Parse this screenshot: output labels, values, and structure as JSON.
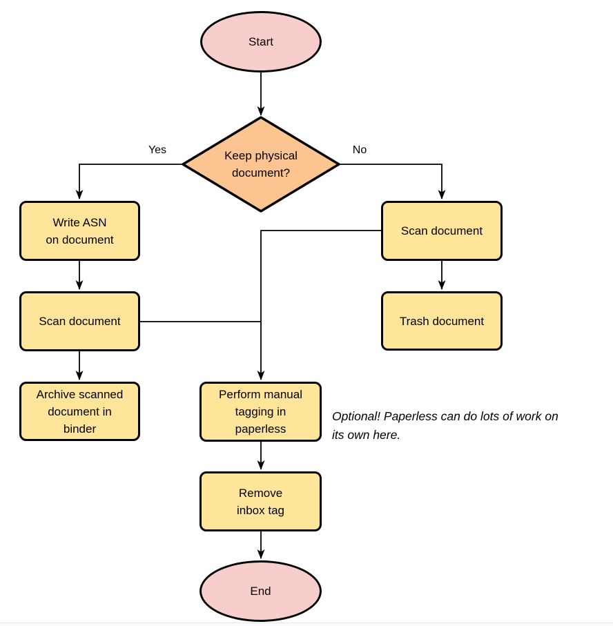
{
  "diagram": {
    "kind": "flowchart",
    "nodes": {
      "start": {
        "shape": "ellipse",
        "label": "Start"
      },
      "decision": {
        "shape": "diamond",
        "label": [
          "Keep physical",
          "document?"
        ]
      },
      "write_asn": {
        "shape": "process",
        "label": [
          "Write ASN",
          "on document"
        ]
      },
      "scan_left": {
        "shape": "process",
        "label": "Scan document"
      },
      "archive": {
        "shape": "process",
        "label": [
          "Archive scanned",
          "document in",
          "binder"
        ]
      },
      "scan_right": {
        "shape": "process",
        "label": "Scan document"
      },
      "trash": {
        "shape": "process",
        "label": "Trash document"
      },
      "tagging": {
        "shape": "process",
        "label": [
          "Perform manual",
          "tagging in",
          "paperless"
        ]
      },
      "remove_inbox": {
        "shape": "process",
        "label": [
          "Remove",
          "inbox tag"
        ]
      },
      "end": {
        "shape": "ellipse",
        "label": "End"
      }
    },
    "edge_labels": {
      "yes": "Yes",
      "no": "No"
    },
    "note": {
      "text": [
        "Optional! Paperless can do lots of work on",
        "its own here."
      ]
    },
    "colors": {
      "terminator_fill": "#f8cecc",
      "decision_fill": "#fbc490",
      "process_fill": "#ffe599",
      "stroke": "#000000",
      "background": "#ffffff"
    }
  }
}
